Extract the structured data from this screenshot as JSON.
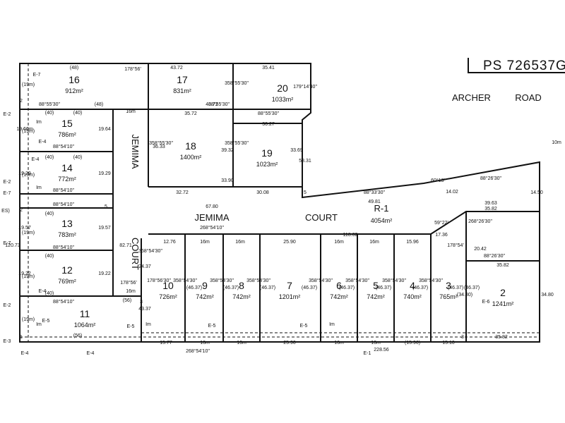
{
  "plan_number": "PS 726537G",
  "road_name": [
    "ARCHER",
    "ROAD"
  ],
  "street_labels": {
    "jemima_court_upper": [
      "JEMIMA",
      "COURT"
    ],
    "jemima_court_lower": [
      "COURT"
    ],
    "jemima_vertical": "JEMIMA",
    "court_vertical": "COURT",
    "road_reserve": "R-1",
    "road_reserve_area": "4054m²"
  },
  "lots": [
    {
      "number": "16",
      "area": "912m²"
    },
    {
      "number": "17",
      "area": "831m²"
    },
    {
      "number": "20",
      "area": "1033m²"
    },
    {
      "number": "15",
      "area": "786m²"
    },
    {
      "number": "14",
      "area": "772m²"
    },
    {
      "number": "18",
      "area": "1400m²"
    },
    {
      "number": "19",
      "area": "1023m²"
    },
    {
      "number": "13",
      "area": "783m²"
    },
    {
      "number": "12",
      "area": "769m²"
    },
    {
      "number": "11",
      "area": "1064m²"
    },
    {
      "number": "10",
      "area": "726m²"
    },
    {
      "number": "9",
      "area": "742m²"
    },
    {
      "number": "8",
      "area": "742m²"
    },
    {
      "number": "7",
      "area": "1201m²"
    },
    {
      "number": "6",
      "area": "742m²"
    },
    {
      "number": "5",
      "area": "742m²"
    },
    {
      "number": "4",
      "area": "740m²"
    },
    {
      "number": "3",
      "area": "765m²"
    },
    {
      "number": "2",
      "area": "1241m²"
    }
  ],
  "dimensions": [
    "(48)",
    "(48)",
    "43.72",
    "43.72",
    "35.41",
    "88°55'30\"",
    "88°55'30\"",
    "88°55'30\"",
    "35.72",
    "30.27",
    "(40)",
    "(40)",
    "(40)",
    "(40)",
    "(40)",
    "(40)",
    "(40)",
    "(56)",
    "(56)",
    "88°54'10\"",
    "88°54'10\"",
    "88°54'10\"",
    "88°54'10\"",
    "88°54'10\"",
    "19.66m",
    "19.29",
    "19.57",
    "19.22",
    "19.64",
    "19.29",
    "19.57",
    "19.22",
    "36.33",
    "39.32",
    "33.69",
    "33.90",
    "58.31",
    "82.71",
    "120.73",
    "32.72",
    "30.08",
    "67.80",
    "268°54'10\"",
    "88°33'30\"",
    "49.81",
    "60°13'",
    "14.02",
    "88°26'30\"",
    "39.63",
    "14.50",
    "35.82",
    "268°26'30\"",
    "59°22'",
    "17.36",
    "20.42",
    "88°26'30\"",
    "35.82",
    "35.82",
    "118.62",
    "12.76",
    "16m",
    "16m",
    "25.90",
    "16m",
    "16m",
    "15.96",
    "24.37",
    "43.37",
    "15.77",
    "16m",
    "16m",
    "25.90",
    "16m",
    "16m",
    "(15.96)",
    "15.10",
    "228.56",
    "268°54'10\"",
    "5",
    "5",
    "3",
    "3",
    "2",
    "2",
    "1",
    "10m",
    "178°56'",
    "358°55'30\"",
    "358°55'30\"",
    "179°14'40\"",
    "358°55'30\"",
    "358°54'30\"",
    "178°54'",
    "178°56'30\"",
    "358°54'30\"",
    "358°54'30\"",
    "358°54'30\"",
    "358°54'30\"",
    "358°54'30\"",
    "358°54'30\"",
    "358°54'30\"",
    "178°56'",
    "(46.37)",
    "(46.37)",
    "(46.37)",
    "(46.37)",
    "(46.37)",
    "(46.37)",
    "(46.37)",
    "(46.37)",
    "(46.37)",
    "34.80",
    "(34.80)"
  ],
  "easements": [
    "E-7",
    "E-2",
    "E-4",
    "E-4",
    "E-2",
    "E-7",
    "E-7",
    "E-4",
    "E-2",
    "E-5",
    "E-5",
    "E-5",
    "E-5",
    "E-3",
    "E-4",
    "E-4",
    "E-1",
    "E-6",
    "Im",
    "Im",
    "Im",
    "Im",
    "Im",
    "ES)"
  ],
  "marks": [
    "16m",
    "16m",
    "(19m)",
    "(19m)",
    "(19m)",
    "(19m)",
    "(19m)",
    "(19m)"
  ]
}
